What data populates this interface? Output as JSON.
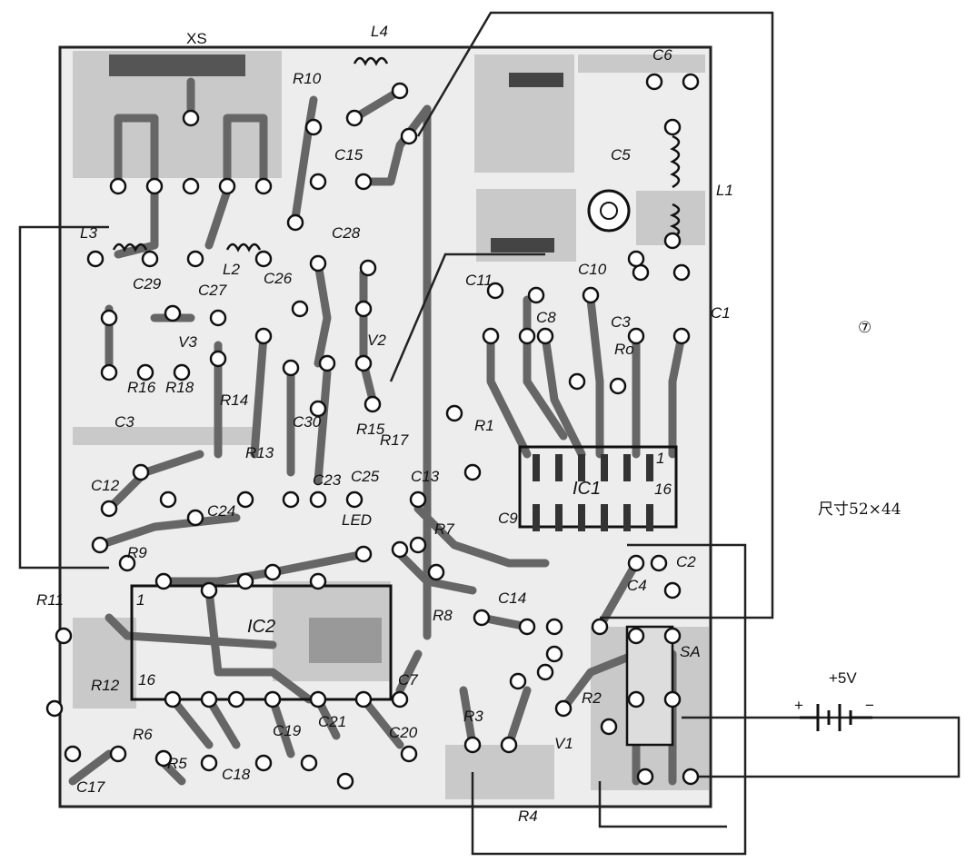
{
  "figure_number": "⑦",
  "size_label": "尺寸52×44",
  "power_label": "+5V",
  "battery_plus": "+",
  "battery_minus": "−",
  "components": {
    "XS": "XS",
    "L4": "L4",
    "R10": "R10",
    "C15": "C15",
    "C6": "C6",
    "C5": "C5",
    "L1": "L1",
    "L3": "L3",
    "L2": "L2",
    "C28": "C28",
    "C29": "C29",
    "C27": "C27",
    "C26": "C26",
    "V3": "V3",
    "V2": "V2",
    "C11": "C11",
    "C10": "C10",
    "C8": "C8",
    "C3_top": "C3",
    "C1": "C1",
    "Ro": "Ro",
    "R16": "R16",
    "R18": "R18",
    "C3_left": "C3",
    "R14": "R14",
    "C30": "C30",
    "R15": "R15",
    "R17": "R17",
    "R1": "R1",
    "C12": "C12",
    "R13": "R13",
    "C23": "C23",
    "C25": "C25",
    "C13": "C13",
    "IC1": "IC1",
    "IC1_pin16": "16",
    "IC1_pin1": "1",
    "C24": "C24",
    "LED": "LED",
    "C9": "C9",
    "R9": "R9",
    "R7": "R7",
    "C2": "C2",
    "C4": "C4",
    "C14": "C14",
    "R11": "R11",
    "IC2": "IC2",
    "IC2_pin1": "1",
    "R8": "R8",
    "SA": "SA",
    "R12": "R12",
    "IC2_pin16": "16",
    "C7": "C7",
    "R2": "R2",
    "R3": "R3",
    "V1": "V1",
    "R6": "R6",
    "C19": "C19",
    "C21": "C21",
    "C20": "C20",
    "R5": "R5",
    "C18": "C18",
    "C17": "C17",
    "R4": "R4"
  }
}
